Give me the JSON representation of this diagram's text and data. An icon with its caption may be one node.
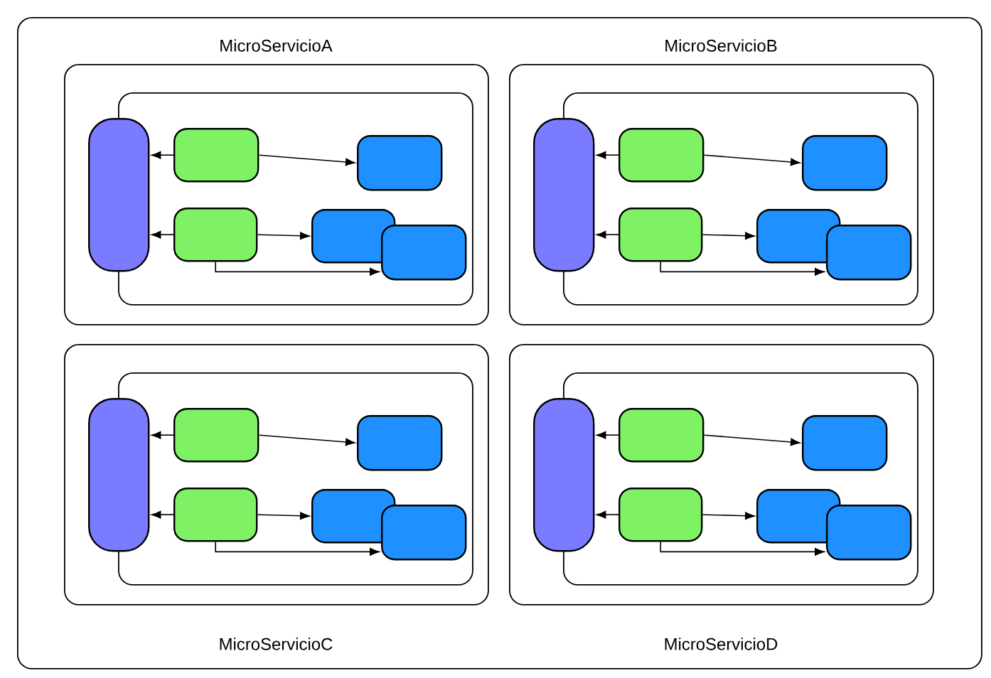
{
  "diagram": {
    "nodes": [
      {
        "text": [],
        "shape": "box"
      },
      {
        "text": [
          "MicroServicioA"
        ],
        "in": 0
      },
      {
        "text": [],
        "shape": "box",
        "in": 1
      },
      {
        "text": [],
        "shape": "bar",
        "in": 1
      },
      {
        "text": [],
        "shape": "box",
        "in": 2
      },
      {
        "text": [],
        "shape": "box",
        "in": 2
      },
      {
        "text": [],
        "shape": "box",
        "in": 2
      },
      {
        "text": [],
        "shape": "box",
        "in": 2
      },
      {
        "text": [],
        "shape": "box",
        "in": 2
      },
      {
        "text": [
          "MicroServicioB"
        ],
        "in": 0
      },
      {
        "text": [],
        "shape": "box",
        "in": 9
      },
      {
        "text": [],
        "shape": "bar",
        "in": 9
      },
      {
        "text": [],
        "shape": "box",
        "in": 10
      },
      {
        "text": [],
        "shape": "box",
        "in": 10
      },
      {
        "text": [],
        "shape": "box",
        "in": 10
      },
      {
        "text": [],
        "shape": "box",
        "in": 10
      },
      {
        "text": [],
        "shape": "box",
        "in": 10
      },
      {
        "text": [
          "MicroServicioC"
        ],
        "in": 0
      },
      {
        "text": [],
        "shape": "box",
        "in": 17
      },
      {
        "text": [],
        "shape": "bar",
        "in": 17
      },
      {
        "text": [],
        "shape": "box",
        "in": 18
      },
      {
        "text": [],
        "shape": "box",
        "in": 18
      },
      {
        "text": [],
        "shape": "box",
        "in": 18
      },
      {
        "text": [],
        "shape": "box",
        "in": 18
      },
      {
        "text": [],
        "shape": "box",
        "in": 18
      },
      {
        "text": [
          "MicroServicioD"
        ],
        "in": 0
      },
      {
        "text": [],
        "shape": "box",
        "in": 25
      },
      {
        "text": [],
        "shape": "bar",
        "in": 25
      },
      {
        "text": [],
        "shape": "box",
        "in": 26
      },
      {
        "text": [],
        "shape": "box",
        "in": 26
      },
      {
        "text": [],
        "shape": "box",
        "in": 26
      },
      {
        "text": [],
        "shape": "box",
        "in": 26
      },
      {
        "text": [],
        "shape": "box",
        "in": 26
      }
    ],
    "edges": [
      {
        "from": 4,
        "to": 3,
        "arrow": "to"
      },
      {
        "from": 5,
        "to": 3,
        "arrow": "to"
      },
      {
        "from": 4,
        "to": 6,
        "arrow": "to"
      },
      {
        "from": 5,
        "to": 7,
        "arrow": "to"
      },
      {
        "from": 5,
        "to": 8,
        "arrow": "to"
      },
      {
        "from": 12,
        "to": 11,
        "arrow": "to"
      },
      {
        "from": 13,
        "to": 11,
        "arrow": "to"
      },
      {
        "from": 12,
        "to": 14,
        "arrow": "to"
      },
      {
        "from": 13,
        "to": 15,
        "arrow": "to"
      },
      {
        "from": 13,
        "to": 16,
        "arrow": "to"
      },
      {
        "from": 20,
        "to": 19,
        "arrow": "to"
      },
      {
        "from": 21,
        "to": 19,
        "arrow": "to"
      },
      {
        "from": 20,
        "to": 22,
        "arrow": "to"
      },
      {
        "from": 21,
        "to": 23,
        "arrow": "to"
      },
      {
        "from": 21,
        "to": 24,
        "arrow": "to"
      },
      {
        "from": 28,
        "to": 27,
        "arrow": "to"
      },
      {
        "from": 29,
        "to": 27,
        "arrow": "to"
      },
      {
        "from": 28,
        "to": 30,
        "arrow": "to"
      },
      {
        "from": 29,
        "to": 31,
        "arrow": "to"
      },
      {
        "from": 29,
        "to": 32,
        "arrow": "to"
      }
    ]
  }
}
